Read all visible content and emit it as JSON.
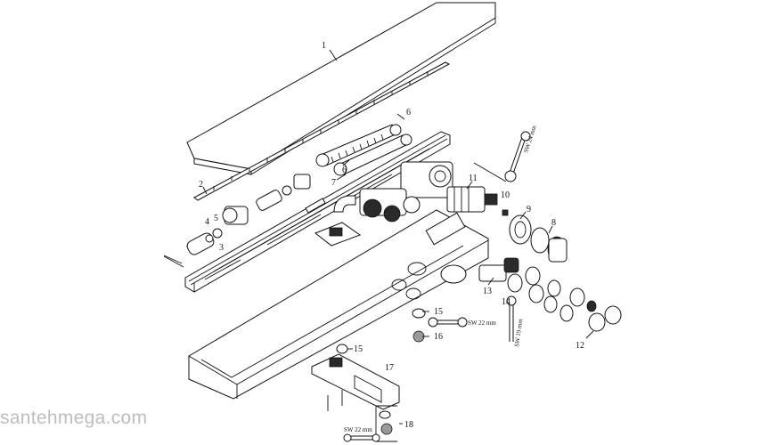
{
  "callouts": {
    "c1": "1",
    "c2": "2",
    "c3": "3",
    "c4": "4",
    "c5": "5",
    "c6a": "6",
    "c6b": "6",
    "c7": "7",
    "c8": "8",
    "c9": "9",
    "c10": "10",
    "c11": "11",
    "c12": "12",
    "c13": "13",
    "c14": "14",
    "c15a": "15",
    "c15b": "15",
    "c16": "16",
    "c17": "17",
    "c18": "18"
  },
  "tools": {
    "sw24": "SW 24 mm",
    "sw22a": "SW 22 mm",
    "sw19": "SW 19 mm",
    "sw22b": "SW 22 mm"
  },
  "watermark": "santehmega.com"
}
